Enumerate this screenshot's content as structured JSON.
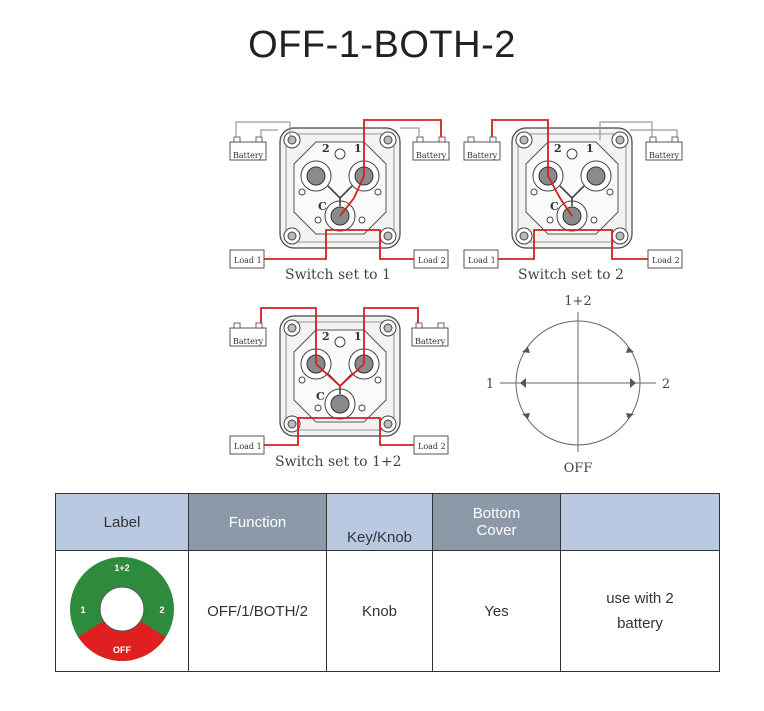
{
  "title": "OFF-1-BOTH-2",
  "diagrams": {
    "battery_label": "Battery",
    "load1_label": "Load 1",
    "load2_label": "Load 2",
    "terminal_1": "1",
    "terminal_2": "2",
    "terminal_c": "C",
    "switch1_caption": "Switch set to 1",
    "switch2_caption": "Switch set to 2",
    "switch12_caption": "Switch set to 1+2"
  },
  "dial": {
    "top": "1+2",
    "left": "1",
    "right": "2",
    "bottom": "OFF"
  },
  "table": {
    "headers": [
      "Label",
      "Function",
      "Key/Knob",
      "Bottom Cover",
      ""
    ],
    "header_bottom_line1": "Bottom",
    "header_bottom_line2": "Cover",
    "row": {
      "function": "OFF/1/BOTH/2",
      "key_knob": "Knob",
      "bottom_cover": "Yes",
      "note_line1": "use with 2",
      "note_line2": "battery"
    }
  },
  "knob_label": {
    "top": "1+2",
    "left": "1",
    "right": "2",
    "bottom": "OFF",
    "colors": {
      "green": "#2e8b3e",
      "red": "#e02020"
    }
  },
  "colors": {
    "wire_red": "#d42020",
    "wire_gray": "#888888",
    "header_blue": "#b9c9e2",
    "header_gray": "#8c99a8"
  }
}
